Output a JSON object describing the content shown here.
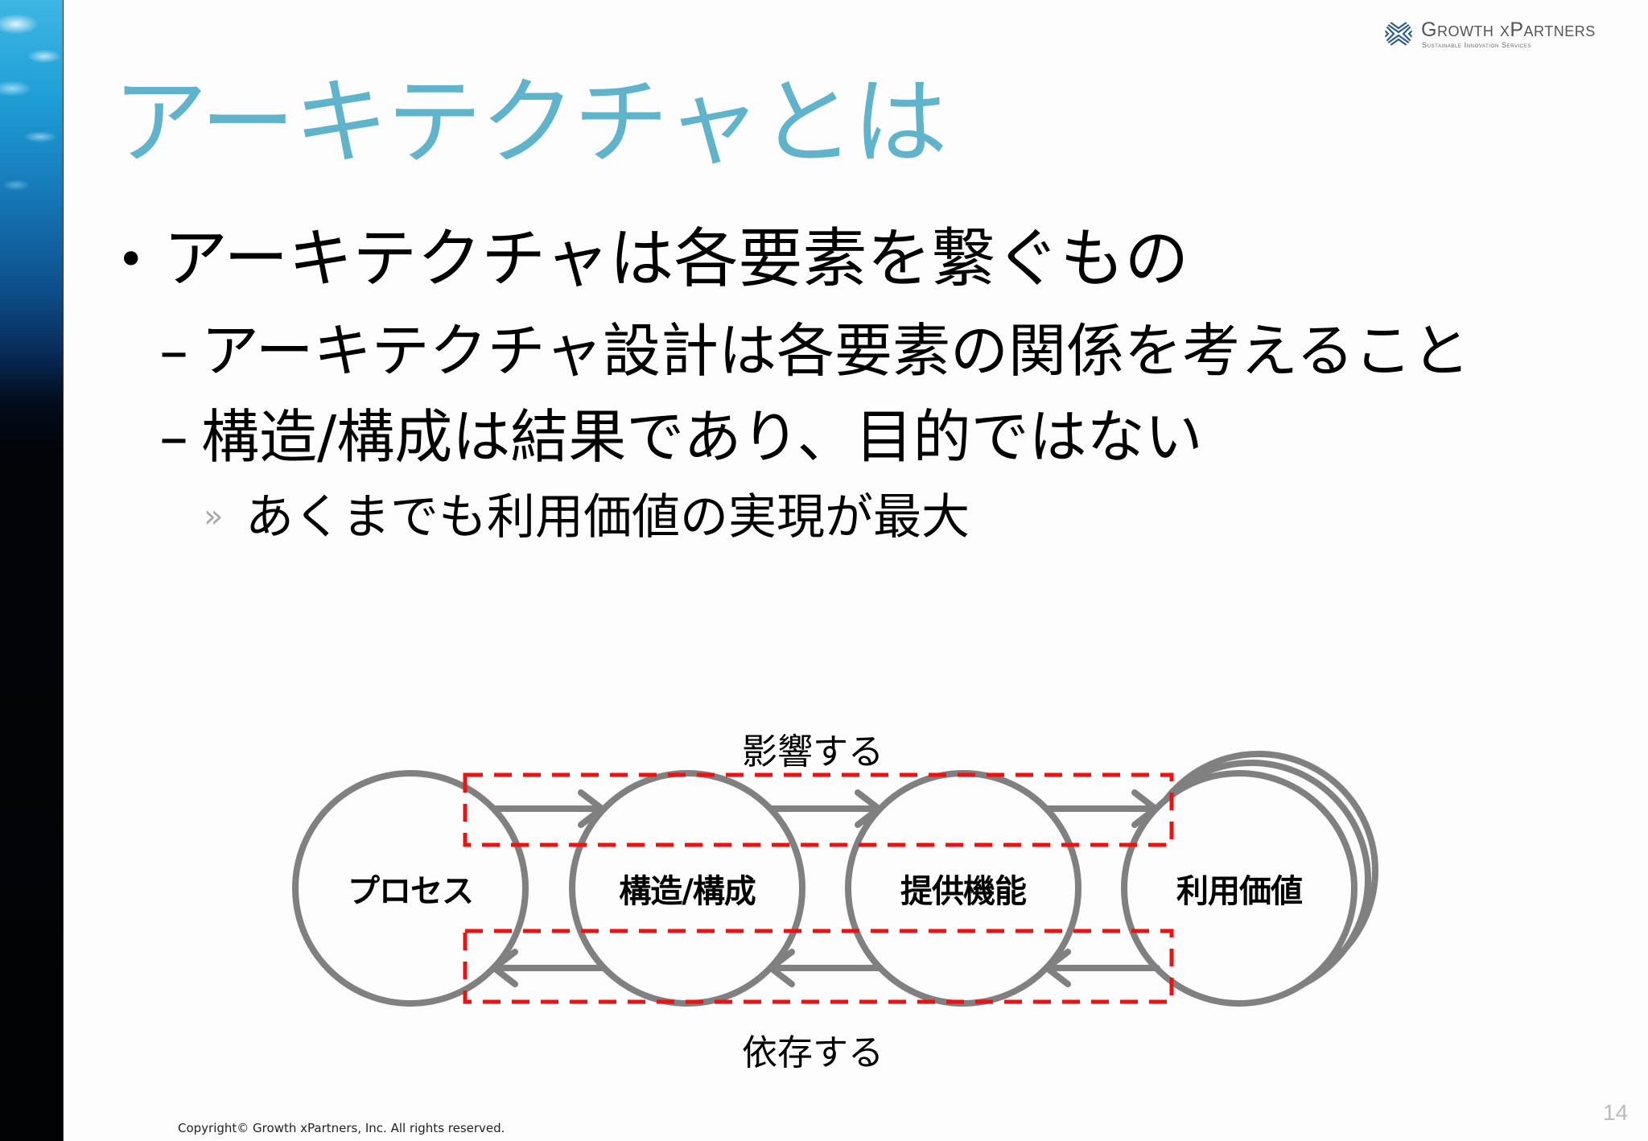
{
  "logo": {
    "name": "Growth xPartners",
    "subtitle": "Sustainable Innovation Services",
    "icon": "chevron-circle-logo-icon",
    "color": "#2f5d8c"
  },
  "slide": {
    "title": "アーキテクチャとは",
    "title_color": "#5fb4cc",
    "bullets": [
      {
        "level": 1,
        "marker": "•",
        "text": "アーキテクチャは各要素を繋ぐもの"
      },
      {
        "level": 2,
        "marker": "–",
        "text": "アーキテクチャ設計は各要素の関係を考えること"
      },
      {
        "level": 2,
        "marker": "–",
        "text": "構造/構成は結果であり、目的ではない"
      },
      {
        "level": 3,
        "marker": "»",
        "text": "あくまでも利用価値の実現が最大"
      }
    ]
  },
  "diagram": {
    "top_label": "影響する",
    "bottom_label": "依存する",
    "nodes": [
      {
        "label": "プロセス"
      },
      {
        "label": "構造/構成"
      },
      {
        "label": "提供機能"
      },
      {
        "label": "利用価値",
        "stacked": true
      }
    ],
    "circle_color": "#808080",
    "dash_color": "#ee1111"
  },
  "footer": {
    "copyright": "Copyright© Growth xPartners, Inc. All rights reserved.",
    "page_number": "14"
  }
}
